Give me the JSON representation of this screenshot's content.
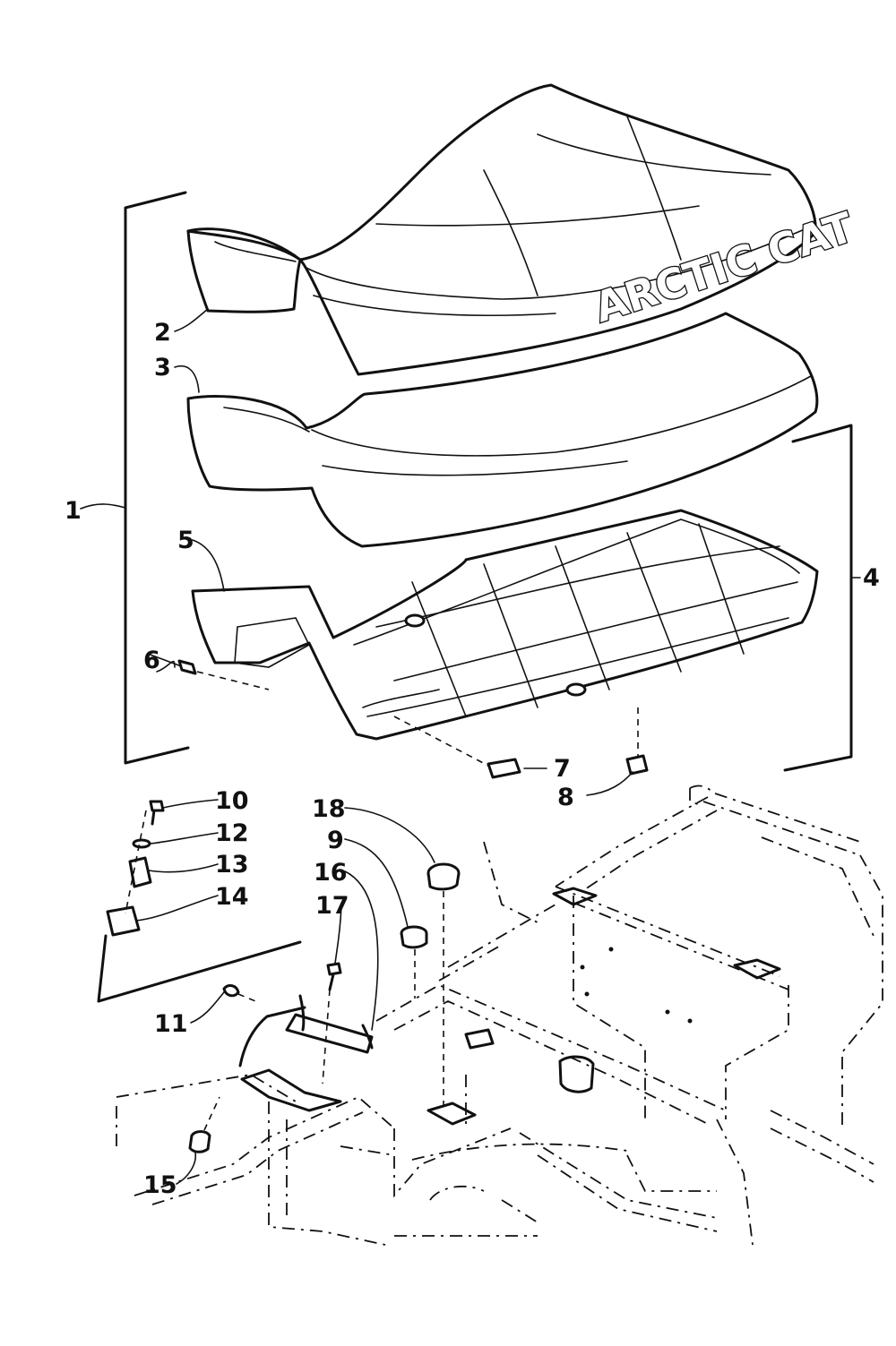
{
  "brand_text": "ARCTIC CAT",
  "callouts": [
    "1",
    "2",
    "3",
    "4",
    "5",
    "6",
    "7",
    "8",
    "9",
    "10",
    "11",
    "12",
    "13",
    "14",
    "15",
    "16",
    "17",
    "18"
  ]
}
